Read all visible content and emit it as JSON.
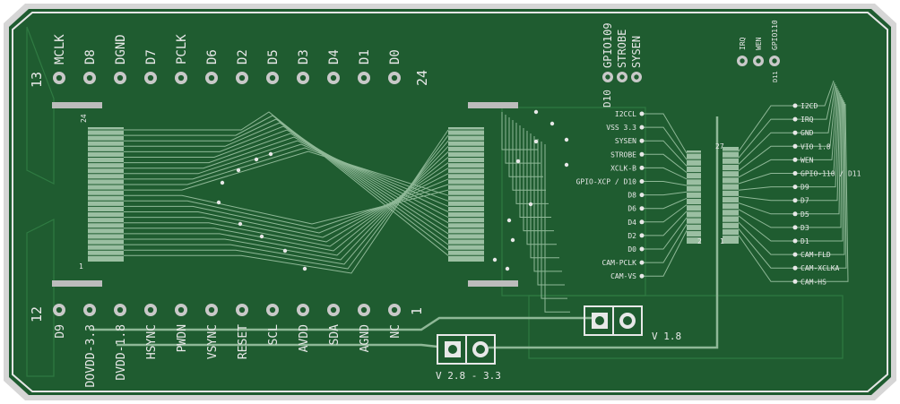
{
  "colors": {
    "board": "#1f5c30",
    "copper": "#2e7a40",
    "trace": "#8fb897",
    "silk": "#e8e8e8",
    "edge": "#cfcfcf",
    "pad": "#c9c9c9"
  },
  "top_header": {
    "index_left": "13",
    "index_right": "24",
    "pins": [
      "MCLK",
      "D8",
      "DGND",
      "D7",
      "PCLK",
      "D6",
      "D2",
      "D5",
      "D3",
      "D4",
      "D1",
      "D0"
    ]
  },
  "bottom_header": {
    "index_left": "12",
    "index_right": "1",
    "pins": [
      "D9",
      "DOVDD-3.3",
      "DVDD-1.8",
      "HSYNC",
      "PWDN",
      "VSYNC",
      "RESET",
      "SCL",
      "AVDD",
      "SDA",
      "AGND",
      "NC"
    ]
  },
  "fpc_left": {
    "pin_top": "24",
    "pin_bottom": "1"
  },
  "mid_header": {
    "row_label": "D10",
    "pins": [
      "GPIO109",
      "STROBE",
      "SYSEN"
    ]
  },
  "right_header": {
    "row_label": "D11",
    "pins": [
      "IRQ",
      "WEN",
      "GPIO110"
    ]
  },
  "left_signals": [
    "I2CCL",
    "VSS 3.3",
    "SYSEN",
    "STROBE",
    "XCLK-B",
    "GPIO-XCP / D10",
    "D8",
    "D6",
    "D4",
    "D2",
    "D0",
    "CAM-PCLK",
    "CAM-VS"
  ],
  "right_signals": [
    "I2CD",
    "IRQ",
    "GND",
    "VIO 1.8",
    "WEN",
    "GPIO-110 / D11",
    "D9",
    "D7",
    "D5",
    "D3",
    "D1",
    "CAM-FLD",
    "CAM-XCLKA",
    "CAM-HS"
  ],
  "connector_pins": {
    "top": "27",
    "left_bottom": "2",
    "right_bottom": "1"
  },
  "power_jumpers": [
    {
      "label": "V 1.8"
    },
    {
      "label": "V 2.8 - 3.3"
    }
  ]
}
